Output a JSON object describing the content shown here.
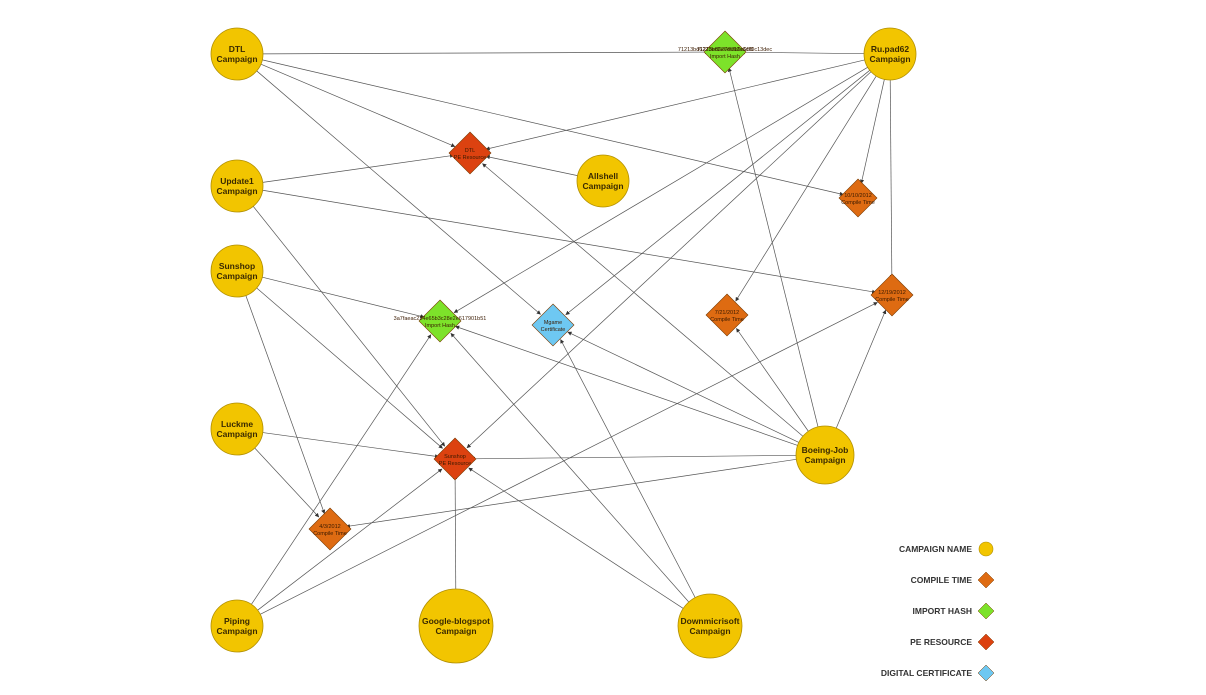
{
  "colors": {
    "campaign": "#f2c500",
    "compile_time": "#de6b12",
    "import_hash": "#7de22a",
    "pe_resource": "#dc4210",
    "digital_certificate": "#6ec8f2",
    "edge": "#555555"
  },
  "nodes": [
    {
      "id": "dtl",
      "type": "campaign",
      "lines": [
        "DTL",
        "Campaign"
      ]
    },
    {
      "id": "update1",
      "type": "campaign",
      "lines": [
        "Update1",
        "Campaign"
      ]
    },
    {
      "id": "sunshop",
      "type": "campaign",
      "lines": [
        "Sunshop",
        "Campaign"
      ]
    },
    {
      "id": "luckme",
      "type": "campaign",
      "lines": [
        "Luckme",
        "Campaign"
      ]
    },
    {
      "id": "piping",
      "type": "campaign",
      "lines": [
        "Piping",
        "Campaign"
      ]
    },
    {
      "id": "google",
      "type": "campaign",
      "lines": [
        "Google-blogspot",
        "Campaign"
      ]
    },
    {
      "id": "downmicrisoft",
      "type": "campaign",
      "lines": [
        "Downmicrisoft",
        "Campaign"
      ]
    },
    {
      "id": "allshell",
      "type": "campaign",
      "lines": [
        "Allshell",
        "Campaign"
      ]
    },
    {
      "id": "rupad62",
      "type": "campaign",
      "lines": [
        "Ru.pad62",
        "Campaign"
      ]
    },
    {
      "id": "boeing",
      "type": "campaign",
      "lines": [
        "Boeing-Job",
        "Campaign"
      ]
    },
    {
      "id": "hash_top",
      "type": "import_hash",
      "lines": [
        "71213bd6278e62e6ef3",
        "Import Hash"
      ],
      "label_left": "71213bd6278e62e6ef3b9a95f0c13dec"
    },
    {
      "id": "hash_mid",
      "type": "import_hash",
      "lines": [
        "",
        "Import Hash"
      ],
      "label_left": "3a7faeac224e65b3c28e2e617901b51"
    },
    {
      "id": "pe_dtl",
      "type": "pe_resource",
      "lines": [
        "DTL",
        "PE Resource"
      ]
    },
    {
      "id": "pe_sunshop",
      "type": "pe_resource",
      "lines": [
        "Sunshop",
        "PE Resource"
      ]
    },
    {
      "id": "cert",
      "type": "digital_certificate",
      "lines": [
        "Mgame",
        "Certificate"
      ]
    },
    {
      "id": "ct_1010",
      "type": "compile_time",
      "lines": [
        "10/10/2012",
        "Compile Time"
      ]
    },
    {
      "id": "ct_1219",
      "type": "compile_time",
      "lines": [
        "12/19/2012",
        "Compile Time"
      ]
    },
    {
      "id": "ct_721",
      "type": "compile_time",
      "lines": [
        "7/21/2012",
        "Compile Time"
      ]
    },
    {
      "id": "ct_43",
      "type": "compile_time",
      "lines": [
        "4/3/2012",
        "Compile Time"
      ]
    }
  ],
  "edges": [
    [
      "dtl",
      "hash_top"
    ],
    [
      "dtl",
      "pe_dtl"
    ],
    [
      "dtl",
      "ct_1010"
    ],
    [
      "dtl",
      "cert"
    ],
    [
      "update1",
      "pe_dtl"
    ],
    [
      "update1",
      "ct_1219"
    ],
    [
      "update1",
      "pe_sunshop"
    ],
    [
      "sunshop",
      "hash_mid"
    ],
    [
      "sunshop",
      "pe_sunshop"
    ],
    [
      "sunshop",
      "ct_43"
    ],
    [
      "luckme",
      "pe_sunshop"
    ],
    [
      "luckme",
      "ct_43"
    ],
    [
      "piping",
      "hash_mid"
    ],
    [
      "piping",
      "pe_sunshop"
    ],
    [
      "piping",
      "ct_1219"
    ],
    [
      "google",
      "pe_sunshop"
    ],
    [
      "downmicrisoft",
      "hash_mid"
    ],
    [
      "downmicrisoft",
      "cert"
    ],
    [
      "downmicrisoft",
      "pe_sunshop"
    ],
    [
      "allshell",
      "pe_dtl"
    ],
    [
      "rupad62",
      "hash_top"
    ],
    [
      "rupad62",
      "pe_dtl"
    ],
    [
      "rupad62",
      "ct_1010"
    ],
    [
      "rupad62",
      "ct_1219"
    ],
    [
      "rupad62",
      "ct_721"
    ],
    [
      "rupad62",
      "cert"
    ],
    [
      "rupad62",
      "hash_mid"
    ],
    [
      "rupad62",
      "pe_sunshop"
    ],
    [
      "boeing",
      "hash_top"
    ],
    [
      "boeing",
      "pe_dtl"
    ],
    [
      "boeing",
      "hash_mid"
    ],
    [
      "boeing",
      "cert"
    ],
    [
      "boeing",
      "pe_sunshop"
    ],
    [
      "boeing",
      "ct_721"
    ],
    [
      "boeing",
      "ct_1219"
    ],
    [
      "boeing",
      "ct_43"
    ]
  ],
  "legend": [
    {
      "label": "CAMPAIGN NAME",
      "type": "campaign"
    },
    {
      "label": "COMPILE TIME",
      "type": "compile_time"
    },
    {
      "label": "IMPORT HASH",
      "type": "import_hash"
    },
    {
      "label": "PE RESOURCE",
      "type": "pe_resource"
    },
    {
      "label": "DIGITAL CERTIFICATE",
      "type": "digital_certificate"
    }
  ]
}
